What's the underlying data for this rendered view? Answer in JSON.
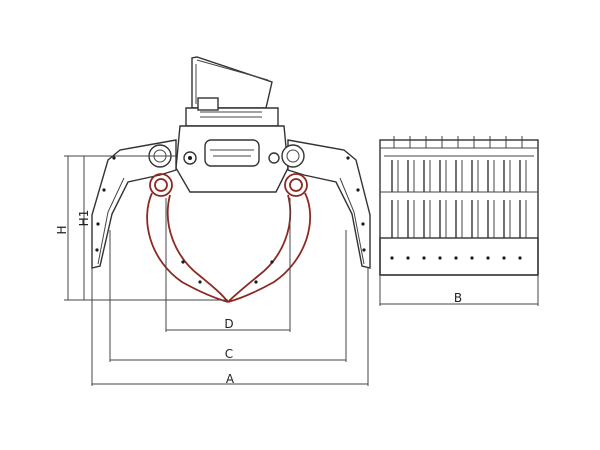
{
  "labels": {
    "H": "H",
    "H1": "H1",
    "D": "D",
    "C": "C",
    "A": "A",
    "B": "B"
  },
  "colors": {
    "outline": "#333333",
    "tine_red": "#8b2a22",
    "background": "#ffffff"
  },
  "icons": {
    "front_view": "grapple-front-view",
    "side_view": "grapple-side-view",
    "brand_plate": "brand-plate"
  }
}
